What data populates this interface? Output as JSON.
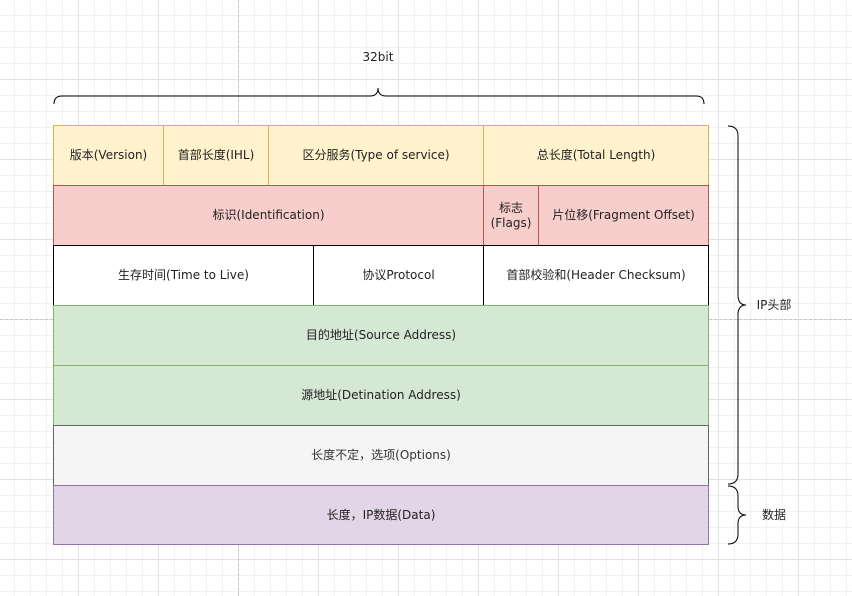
{
  "top_label": "32bit",
  "rows": {
    "row1": {
      "version": "版本(Version)",
      "ihl": "首部长度(IHL)",
      "tos": "区分服务(Type of service)",
      "total_length": "总长度(Total Length)"
    },
    "row2": {
      "identification": "标识(Identification)",
      "flags_line1": "标志",
      "flags_line2": "(Flags)",
      "fragment_offset": "片位移(Fragment Offset)"
    },
    "row3": {
      "ttl": "生存时间(Time to Live)",
      "protocol": "协议Protocol",
      "checksum": "首部校验和(Header Checksum)"
    },
    "row4": {
      "source": "目的地址(Source Address)"
    },
    "row5": {
      "destination": "源地址(Detination Address)"
    },
    "row6": {
      "options": "长度不定，选项(Options)"
    },
    "row7": {
      "data": "长度，IP数据(Data)"
    }
  },
  "side_labels": {
    "header": "IP头部",
    "data": "数据"
  }
}
